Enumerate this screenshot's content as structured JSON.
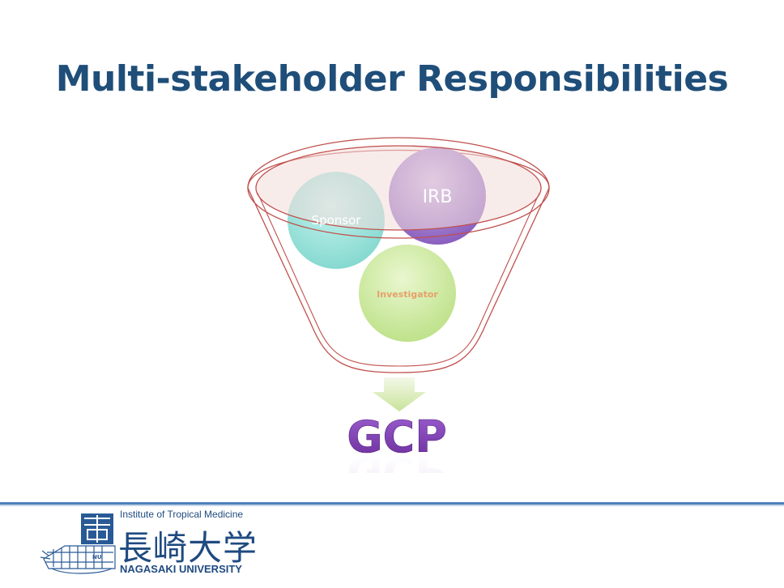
{
  "slide": {
    "title": "Multi-stakeholder Responsibilities"
  },
  "diagram": {
    "nodes": {
      "irb": "IRB",
      "sponsor": "Sponsor",
      "investigator": "Investigator"
    },
    "output": "GCP"
  },
  "footer": {
    "institute": "Institute of Tropical Medicine",
    "university_jp": "長崎大学",
    "university_en": "NAGASAKI UNIVERSITY"
  },
  "colors": {
    "title": "#1f4e79",
    "funnel_stroke": "#c0504d",
    "funnel_rim_fill": "#f2dcdb",
    "irb": "#9b72c7",
    "sponsor": "#8fe0d8",
    "investigator": "#c9ea9a",
    "gcp": "#7030a0",
    "footer_line": "#4f81bd"
  }
}
